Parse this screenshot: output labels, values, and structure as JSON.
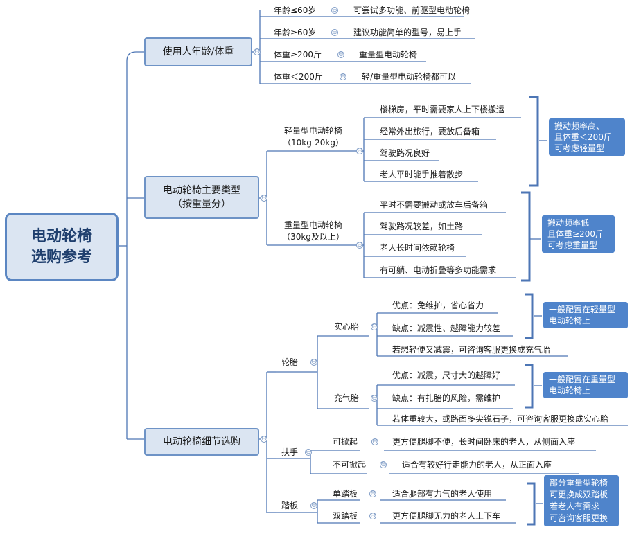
{
  "root": {
    "line1": "电动轮椅",
    "line2": "选购参考"
  },
  "age": {
    "title": "使用人年龄/体重",
    "items": [
      {
        "cond": "年龄≤60岁",
        "text": "可尝试多功能、前驱型电动轮椅"
      },
      {
        "cond": "年龄≥60岁",
        "text": "建议功能简单的型号，易上手"
      },
      {
        "cond": "体重≥200斤",
        "text": "重量型电动轮椅"
      },
      {
        "cond": "体重＜200斤",
        "text": "轻/重量型电动轮椅都可以"
      }
    ]
  },
  "types": {
    "title_line1": "电动轮椅主要类型",
    "title_line2": "（按重量分）",
    "light": {
      "line1": "轻量型电动轮椅",
      "line2": "（10kg-20kg）",
      "items": [
        "楼梯房，平时需要家人上下楼搬运",
        "经常外出旅行，要放后备箱",
        "驾驶路况良好",
        "老人平时能手推着散步"
      ],
      "note": [
        "搬动频率高、",
        "且体重＜200斤",
        "可考虑轻量型"
      ]
    },
    "heavy": {
      "line1": "重量型电动轮椅",
      "line2": "（30kg及以上）",
      "items": [
        "平时不需要搬动或放车后备箱",
        "驾驶路况较差，如土路",
        "老人长时间依赖轮椅",
        "有可躺、电动折叠等多功能需求"
      ],
      "note": [
        "搬动频率低",
        "且体重≥200斤",
        "可考虑重量型"
      ]
    }
  },
  "detail": {
    "title": "电动轮椅细节选购",
    "tire": {
      "label": "轮胎",
      "solid": {
        "label": "实心胎",
        "pro": "优点：免维护，省心省力",
        "con": "缺点：减震性、越障能力较差",
        "tip": "若想轻便又减震，可咨询客服更换成充气胎",
        "note": [
          "一般配置在轻量型",
          "电动轮椅上"
        ]
      },
      "air": {
        "label": "充气胎",
        "pro": "优点：减震，尺寸大的越障好",
        "con": "缺点：有扎胎的风险，需维护",
        "tip": "若体重较大，或路面多尖锐石子，可咨询客服更换成实心胎",
        "note": [
          "一般配置在重量型",
          "电动轮椅上"
        ]
      }
    },
    "armrest": {
      "label": "扶手",
      "liftable": {
        "label": "可掀起",
        "text": "更方便腿脚不便，长时间卧床的老人，从侧面入座"
      },
      "fixed": {
        "label": "不可掀起",
        "text": "适合有较好行走能力的老人，从正面入座"
      }
    },
    "pedal": {
      "label": "踏板",
      "single": {
        "label": "单踏板",
        "text": "适合腿部有力气的老人使用"
      },
      "double": {
        "label": "双踏板",
        "text": "更方便腿脚无力的老人上下车"
      },
      "note": [
        "部分重量型轮椅",
        "可更换成双踏板",
        "若老人有需求",
        "可咨询客服更换"
      ]
    }
  },
  "colors": {
    "line": "#4d76b5",
    "box": "#dbe5f2",
    "note": "#4f84cb",
    "bracket": "#4d76b5"
  },
  "icons": {
    "collapse": "⊖"
  }
}
